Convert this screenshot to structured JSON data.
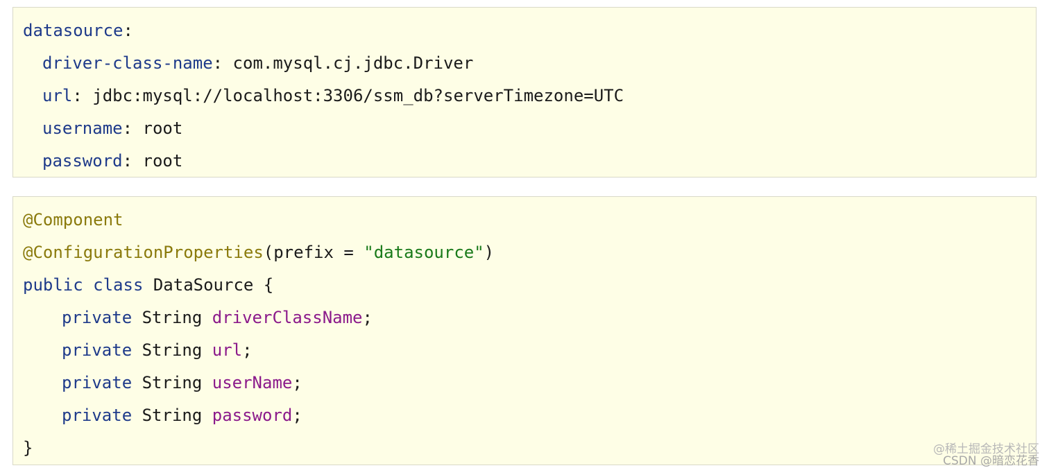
{
  "yaml_block": {
    "lines": [
      {
        "key": "datasource",
        "sep": ":",
        "value": ""
      },
      {
        "key": "driver-class-name",
        "sep": ": ",
        "value": "com.mysql.cj.jdbc.Driver"
      },
      {
        "key": "url",
        "sep": ": ",
        "value": "jdbc:mysql://localhost:3306/ssm_db?serverTimezone=UTC"
      },
      {
        "key": "username",
        "sep": ": ",
        "value": "root"
      },
      {
        "key": "password",
        "sep": ": ",
        "value": "root"
      }
    ]
  },
  "java_block": {
    "annotation1": "@Component",
    "annotation2": "@ConfigurationProperties",
    "annotation2_open": "(prefix = ",
    "annotation2_string": "\"datasource\"",
    "annotation2_close": ")",
    "class_kw1": "public",
    "class_kw2": "class",
    "class_name": " DataSource {",
    "fields": [
      {
        "modifier": "private",
        "type": " String ",
        "name": "driverClassName",
        "end": ";"
      },
      {
        "modifier": "private",
        "type": " String ",
        "name": "url",
        "end": ";"
      },
      {
        "modifier": "private",
        "type": " String ",
        "name": "userName",
        "end": ";"
      },
      {
        "modifier": "private",
        "type": " String ",
        "name": "password",
        "end": ";"
      }
    ],
    "closing_brace": "}"
  },
  "watermark": {
    "line1": "@稀土掘金技术社区",
    "line2": "CSDN @暗恋花香"
  },
  "colors": {
    "block_bg": "#fefee6",
    "key": "#1e3a8a",
    "annotation": "#8a7a0c",
    "string": "#1a7a1a",
    "field": "#8b1a8b"
  }
}
